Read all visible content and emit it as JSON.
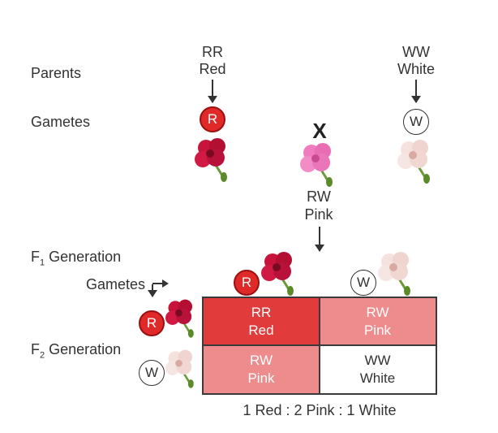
{
  "parents_label": "Parents",
  "gametes_label": "Gametes",
  "parent_left": {
    "genotype": "RR",
    "phenotype": "Red",
    "gamete": "R"
  },
  "parent_right": {
    "genotype": "WW",
    "phenotype": "White",
    "gamete": "W"
  },
  "cross_symbol": "X",
  "f1": {
    "genotype": "RW",
    "phenotype": "Pink",
    "label_prefix": "F",
    "label_sub": "1",
    "label_suffix": " Generation"
  },
  "f2": {
    "label_prefix": "F",
    "label_sub": "2",
    "label_suffix": " Generation",
    "gametes_label": "Gametes"
  },
  "punnett": {
    "col_gametes": [
      "R",
      "W"
    ],
    "row_gametes": [
      "R",
      "W"
    ],
    "cells": [
      {
        "genotype": "RR",
        "phenotype": "Red"
      },
      {
        "genotype": "RW",
        "phenotype": "Pink"
      },
      {
        "genotype": "RW",
        "phenotype": "Pink"
      },
      {
        "genotype": "WW",
        "phenotype": "White"
      }
    ]
  },
  "ratio": "1 Red : 2 Pink : 1 White",
  "colors": {
    "red": "#e23b3b",
    "pink": "#ee8b8d",
    "white": "#ffffff",
    "red_flower": "#c8143a",
    "pink_flower": "#f07cbf",
    "white_flower": "#f3dcd8"
  }
}
